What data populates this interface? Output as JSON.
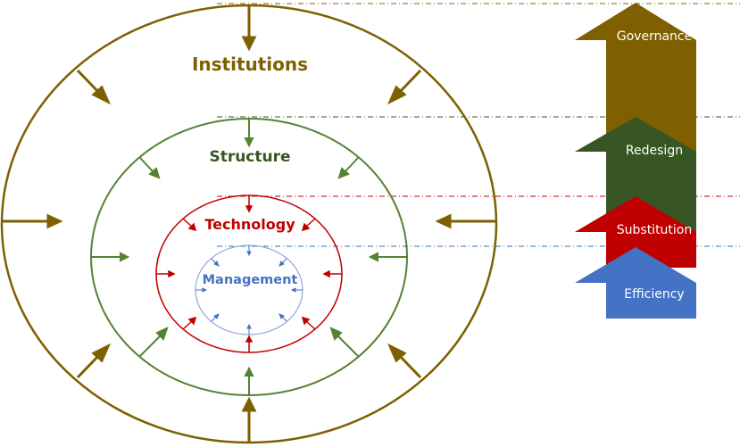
{
  "rings": [
    {
      "id": "institutions",
      "label": "Institutions",
      "color": "#7f6000"
    },
    {
      "id": "structure",
      "label": "Structure",
      "color": "#548235"
    },
    {
      "id": "technology",
      "label": "Technology",
      "color": "#c00000"
    },
    {
      "id": "management",
      "label": "Management",
      "color": "#4472c4"
    }
  ],
  "ladder": [
    {
      "id": "governance",
      "label": "Governance",
      "color": "#7f6000"
    },
    {
      "id": "redesign",
      "label": "Redesign",
      "color": "#375623"
    },
    {
      "id": "substitution",
      "label": "Substitution",
      "color": "#c00000"
    },
    {
      "id": "efficiency",
      "label": "Efficiency",
      "color": "#4472c4"
    }
  ],
  "colors": {
    "institutions_text": "#7f6000",
    "structure_text": "#375623",
    "technology_text": "#c00000",
    "management_text": "#4472c4",
    "management_stroke": "#8faadc",
    "ladder_text": "#ffffff"
  }
}
